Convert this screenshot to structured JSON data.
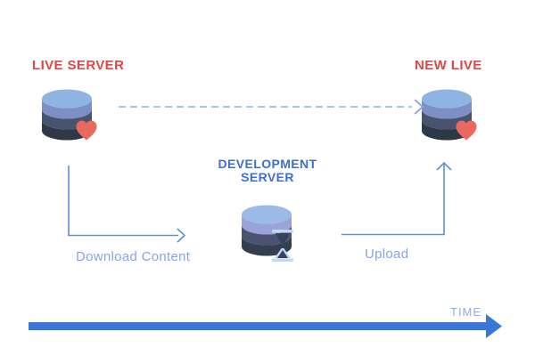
{
  "nodes": {
    "live_server": {
      "label": "LIVE SERVER",
      "label_color": "#df4646"
    },
    "development_server": {
      "label": "DEVELOPMENT SERVER",
      "label_color": "#3b6fd3"
    },
    "new_live": {
      "label": "NEW LIVE",
      "label_color": "#df4646"
    }
  },
  "edges": {
    "live_to_new_live": {
      "style": "dashed",
      "line_color": "#a6c3ed",
      "arrowhead_color": "#7fa3de"
    },
    "download": {
      "label": "Download Content",
      "label_color": "#7fa7e8",
      "line_color": "#5f8ddd"
    },
    "upload": {
      "label": "Upload",
      "label_color": "#7fa7e8",
      "line_color": "#5f8ddd"
    }
  },
  "timeline": {
    "label": "TIME",
    "label_color": "#8face6",
    "arrow_color": "#3a76d8"
  },
  "palette": {
    "cylinder_top": "#8fb4e2",
    "cylinder_band1": "#7d90c6",
    "cylinder_band2": "#47536f",
    "cylinder_band3": "#2e3947",
    "dev_cylinder_top": "#9cbae6",
    "dev_cylinder_band1": "#98a3d8",
    "dev_cylinder_band2": "#4a5472",
    "dev_cylinder_band3": "#333e4f",
    "heart": "#e9695e",
    "hourglass_glass": "#bfd9f2",
    "hourglass_sand": "#36415c"
  }
}
